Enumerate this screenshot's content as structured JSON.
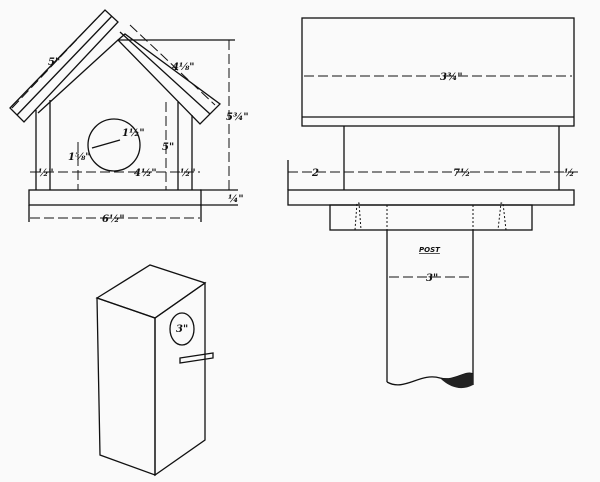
{
  "front_view": {
    "roof_left": "5\"",
    "roof_right": "4⅛\"",
    "total_height": "5¾\"",
    "hole_diameter": "1½\"",
    "hole_height": "1⅝\"",
    "wall_height": "5\"",
    "left_wall": "½\"",
    "inner_width": "4½\"",
    "right_wall": "½\"",
    "base_thickness": "¼\"",
    "base_width": "6½\""
  },
  "side_view": {
    "roof_depth": "3¾\"",
    "overhang": "2",
    "depth": "7½",
    "thickness": "½",
    "post_label": "POST",
    "post_width": "3\""
  },
  "perspective": {
    "hole": "3\""
  }
}
